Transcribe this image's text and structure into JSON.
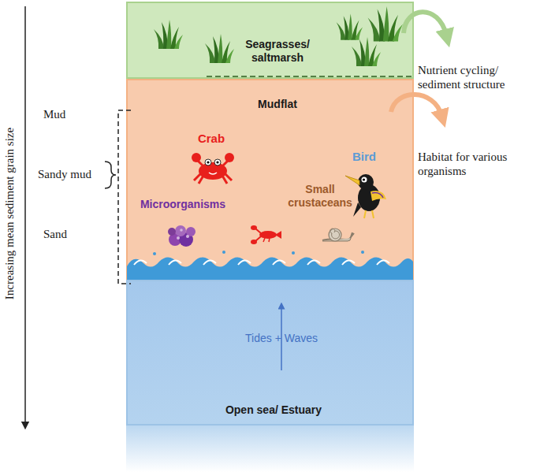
{
  "diagram": {
    "nodes": [
      {
        "text": [
          "Seagrasses/ saltmarsh"
        ]
      },
      {
        "text": [
          "Mudflat"
        ]
      },
      {
        "text": [
          "Open sea/ Estuary"
        ]
      }
    ],
    "labels": [
      "Increasing mean sediment grain size",
      "Mud",
      "Sandy mud",
      "Sand",
      "Crab",
      "Microorganisms",
      "Small crustaceans",
      "Bird",
      "Tides + Waves",
      "Nutrient cycling/ sediment structure",
      "Habitat for various organisms"
    ]
  }
}
